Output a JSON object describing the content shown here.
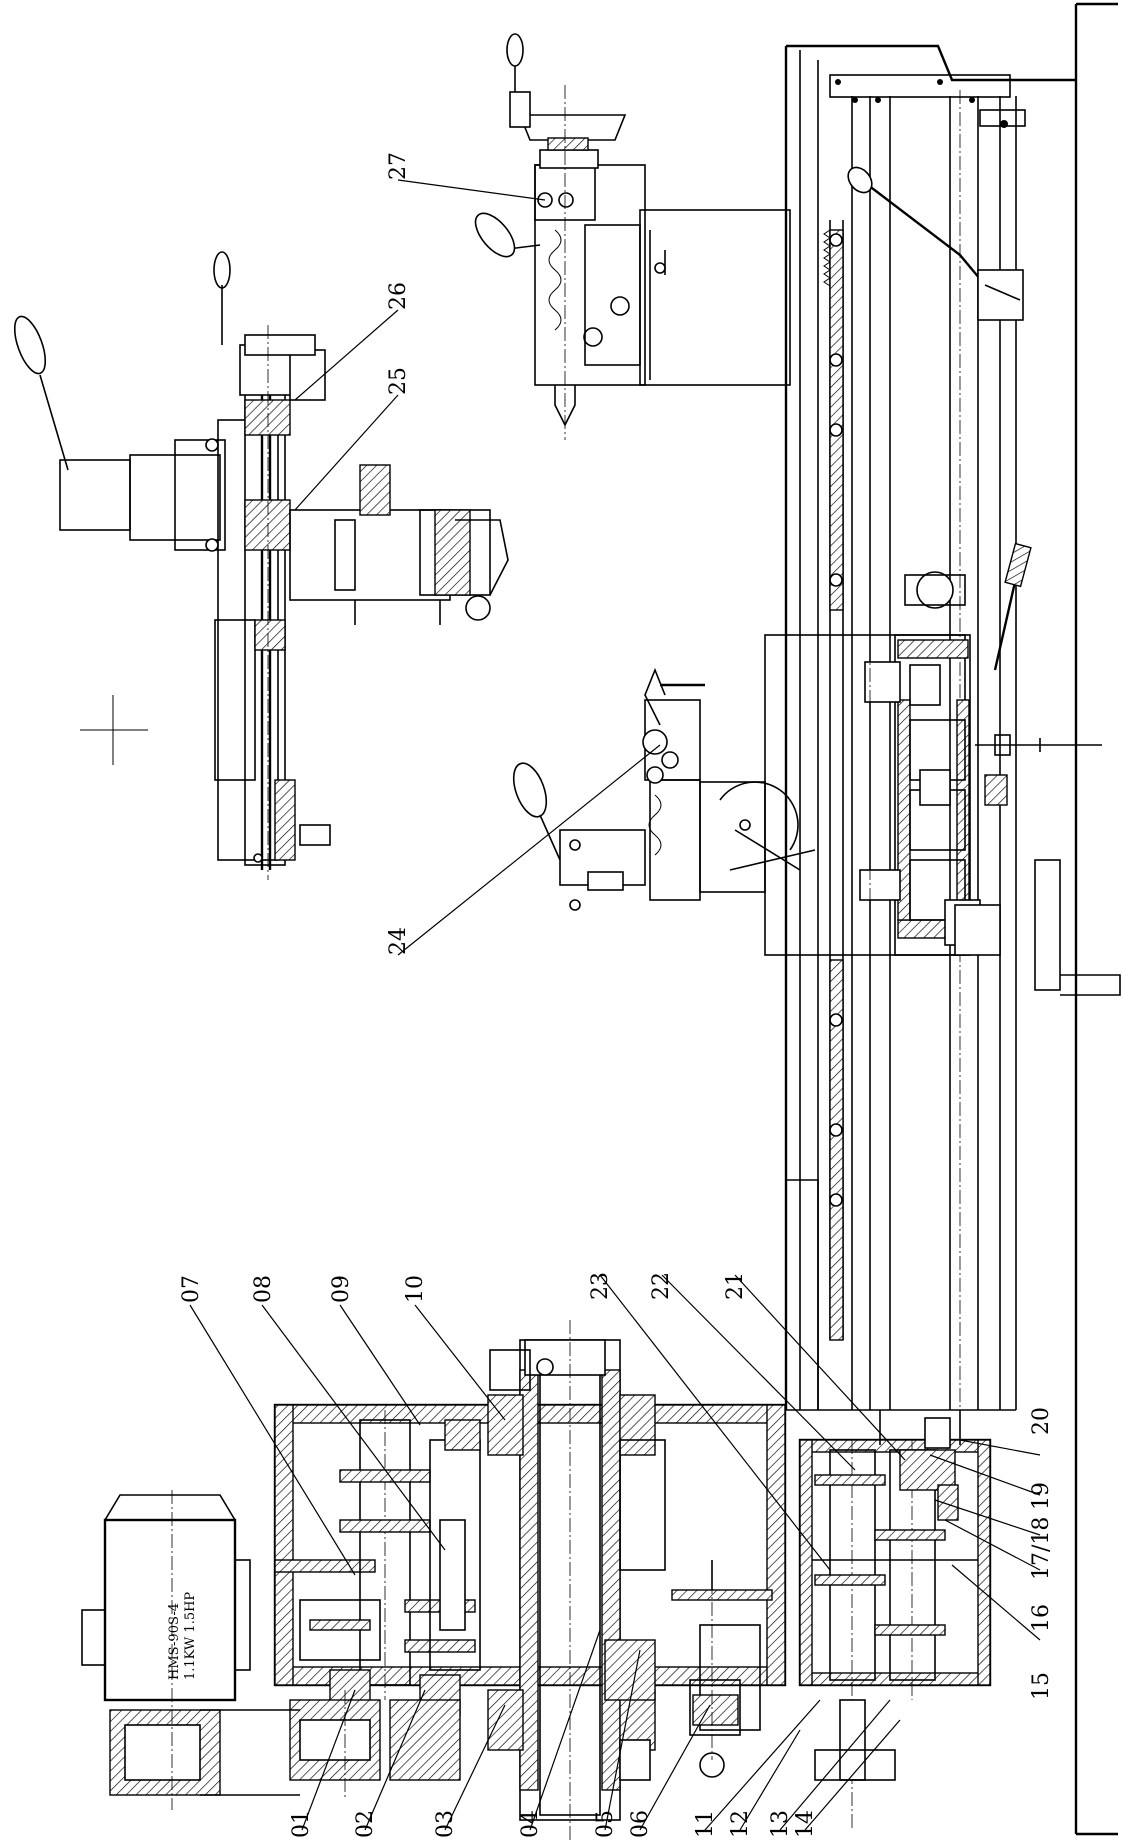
{
  "callouts": [
    {
      "id": "01",
      "label": "01"
    },
    {
      "id": "02",
      "label": "02"
    },
    {
      "id": "03",
      "label": "03"
    },
    {
      "id": "04",
      "label": "04"
    },
    {
      "id": "05",
      "label": "05"
    },
    {
      "id": "06",
      "label": "06"
    },
    {
      "id": "07",
      "label": "07"
    },
    {
      "id": "08",
      "label": "08"
    },
    {
      "id": "09",
      "label": "09"
    },
    {
      "id": "10",
      "label": "10"
    },
    {
      "id": "11",
      "label": "11"
    },
    {
      "id": "12",
      "label": "12"
    },
    {
      "id": "13",
      "label": "13"
    },
    {
      "id": "14",
      "label": "14"
    },
    {
      "id": "15",
      "label": "15"
    },
    {
      "id": "16",
      "label": "16"
    },
    {
      "id": "17_18",
      "label": "17/18"
    },
    {
      "id": "19",
      "label": "19"
    },
    {
      "id": "20",
      "label": "20"
    },
    {
      "id": "21",
      "label": "21"
    },
    {
      "id": "22",
      "label": "22"
    },
    {
      "id": "23",
      "label": "23"
    },
    {
      "id": "24",
      "label": "24"
    },
    {
      "id": "25",
      "label": "25"
    },
    {
      "id": "26",
      "label": "26"
    },
    {
      "id": "27",
      "label": "27"
    }
  ],
  "motor": {
    "model": "HMS-90S-4",
    "rating": "1.1KW 1.5HP"
  }
}
